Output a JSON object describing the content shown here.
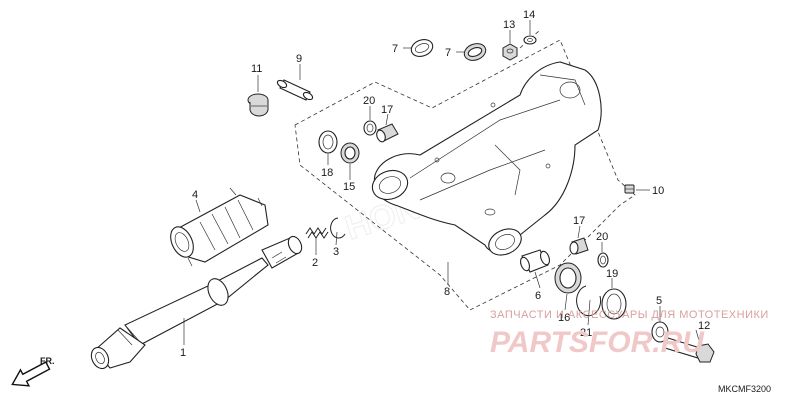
{
  "diagram": {
    "part_labels": {
      "p1": "1",
      "p2": "2",
      "p3": "3",
      "p4": "4",
      "p5": "5",
      "p6": "6",
      "p7a": "7",
      "p7b": "7",
      "p8": "8",
      "p9": "9",
      "p10": "10",
      "p11": "11",
      "p12": "12",
      "p13": "13",
      "p14": "14",
      "p15": "15",
      "p16": "16",
      "p17a": "17",
      "p17b": "17",
      "p18": "18",
      "p19": "19",
      "p20a": "20",
      "p20b": "20",
      "p21": "21"
    },
    "direction_label": "FR.",
    "figure_code": "MKCMF3200"
  },
  "watermark": {
    "caption": "ЗАПЧАСТИ И АКСЕССУАРЫ ДЛЯ МОТОТЕХНИКИ",
    "brand": "PARTSFOR.RU",
    "background_logo": "HONDA"
  },
  "colors": {
    "line": "#222222",
    "watermark_red": "#e8a0a0",
    "background": "#ffffff"
  }
}
